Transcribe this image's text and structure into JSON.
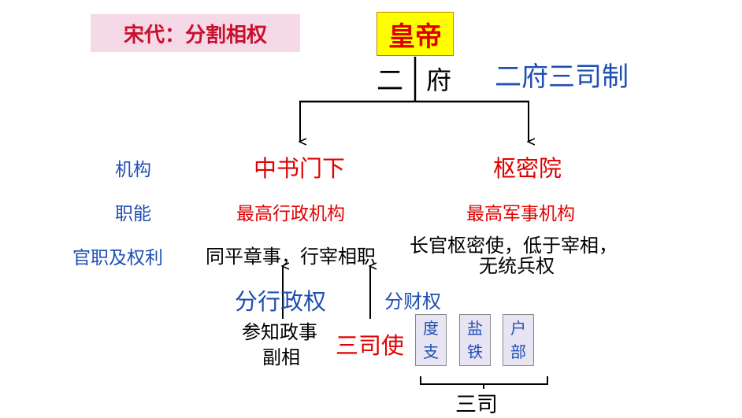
{
  "title": "宋代：分割相权",
  "emperor": "皇帝",
  "er_fu": {
    "left": "二",
    "right": "府"
  },
  "system_name": "二府三司制",
  "row_labels": {
    "org": "机构",
    "function": "职能",
    "official": "官职及权利"
  },
  "zhongshu": {
    "name": "中书门下",
    "function": "最高行政机构",
    "official": "同平章事，行宰相职"
  },
  "shumi": {
    "name": "枢密院",
    "function": "最高军事机构",
    "official_line1": "长官枢密使，低于宰相，",
    "official_line2": "无统兵权"
  },
  "divide_admin": "分行政权",
  "divide_finance": "分财权",
  "canzhi": {
    "line1": "参知政事",
    "line2": "副相"
  },
  "sansi_shi": "三司使",
  "sansi_boxes": [
    {
      "c1": "度",
      "c2": "支"
    },
    {
      "c1": "盐",
      "c2": "铁"
    },
    {
      "c1": "户",
      "c2": "部"
    }
  ],
  "sansi": "三司",
  "colors": {
    "red": "#e00000",
    "blue": "#1f4fb3",
    "title_bg": "#f6d9e6",
    "emperor_bg": "#ffff00",
    "box_bg": "#e8e4f4"
  }
}
